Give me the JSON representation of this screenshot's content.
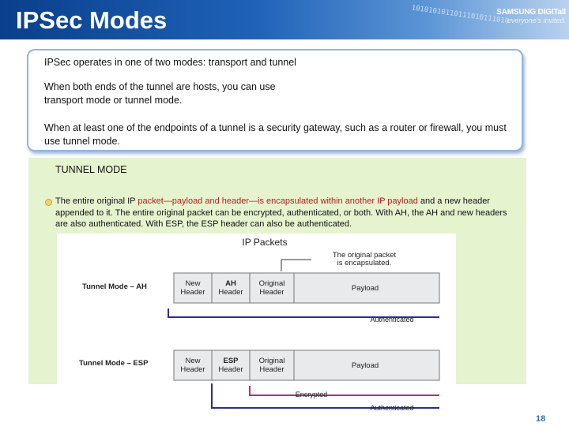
{
  "header": {
    "title": "IPSec Modes",
    "binary_text": "10101010110111010111010",
    "logo_brand": "SAMSUNG DIGITall",
    "logo_tag": "everyone's invited."
  },
  "infobox": {
    "line1": "IPSec operates in one of two modes:  transport and tunnel",
    "line2": "When both ends of the tunnel are hosts, you can use transport mode or tunnel mode.",
    "line3": "When at least one of the endpoints of a tunnel is a security gateway, such as a router or firewall, you must use tunnel mode."
  },
  "tunnel": {
    "title": "TUNNEL MODE",
    "desc_pre": "The entire original IP ",
    "desc_red": "packet—payload and header—is encapsulated within another IP payload",
    "desc_post": " and a new header appended to it. The entire original packet can be encrypted, authenticated, or both. With AH, the AH and new headers are also authenticated. With ESP, the ESP header can also be authenticated."
  },
  "diagram": {
    "title": "IP Packets",
    "note_line1": "The original packet",
    "note_line2": "is encapsulated.",
    "rows": [
      {
        "label": "Tunnel Mode – AH",
        "cells": [
          {
            "line1": "New",
            "line2": "Header",
            "bold": false
          },
          {
            "line1": "AH",
            "line2": "Header",
            "bold": true
          },
          {
            "line1": "Original",
            "line2": "Header",
            "bold": false
          },
          {
            "line1": "Payload",
            "line2": "",
            "bold": false
          }
        ],
        "bracket_label": "Authenticated"
      },
      {
        "label": "Tunnel Mode – ESP",
        "cells": [
          {
            "line1": "New",
            "line2": "Header",
            "bold": false
          },
          {
            "line1": "ESP",
            "line2": "Header",
            "bold": true
          },
          {
            "line1": "Original",
            "line2": "Header",
            "bold": false
          },
          {
            "line1": "Payload",
            "line2": "",
            "bold": false
          }
        ],
        "encrypted_label": "Encrypted",
        "bracket_label": "Authenticated"
      }
    ]
  },
  "page_number": "18",
  "colors": {
    "header_dark": "#0a3f8c",
    "green_panel": "#e6f3cf",
    "cell_fill": "#e9eaec",
    "auth_blue": "#2a2e8f",
    "encrypted_pink": "#b0307f"
  }
}
